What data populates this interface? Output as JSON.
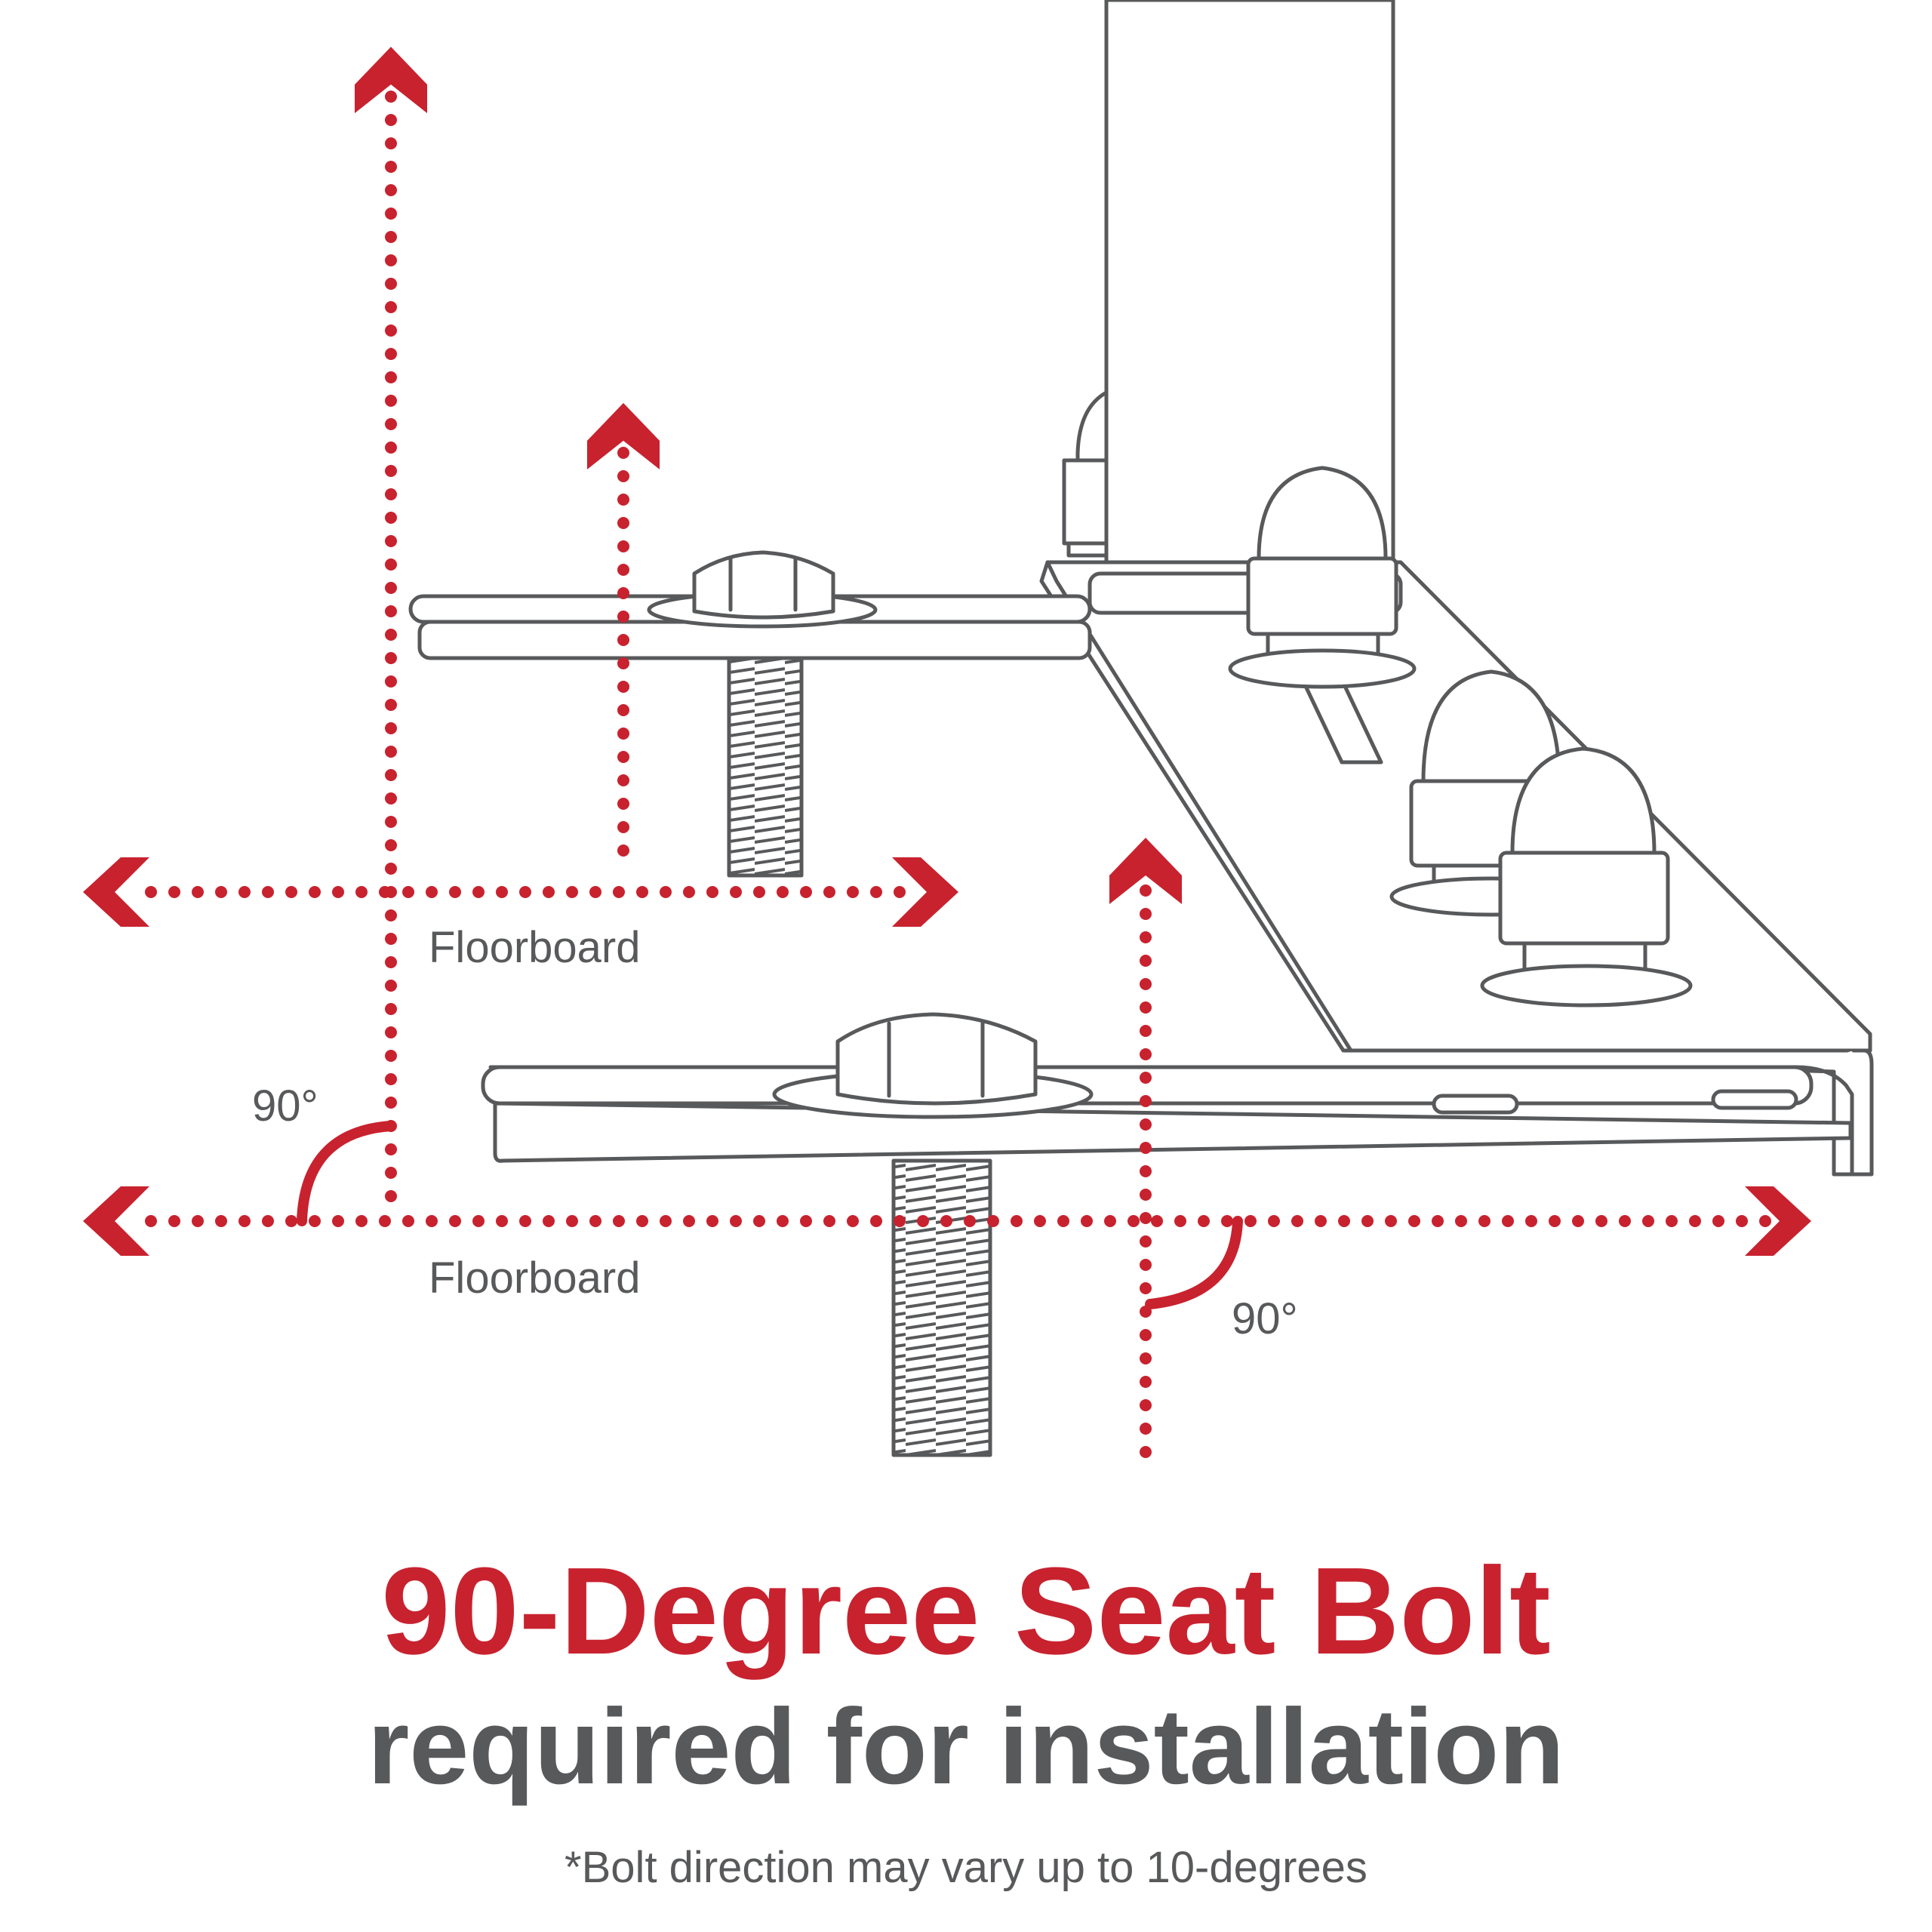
{
  "labels": {
    "floorboard_upper": "Floorboard",
    "floorboard_lower": "Floorboard",
    "angle_left": "90°",
    "angle_right": "90°"
  },
  "heading": {
    "title": "90-Degree Seat Bolt",
    "subtitle": "required for installation",
    "note": "*Bolt direction may vary up to 10-degrees"
  },
  "colors": {
    "accent": "#c8222f",
    "line": "#58595b",
    "metal_fill": "#ffffff",
    "text_gray": "#58595b"
  },
  "icons": [
    "hex-bolt-icon",
    "acorn-nut-icon",
    "arrowhead-icon"
  ]
}
